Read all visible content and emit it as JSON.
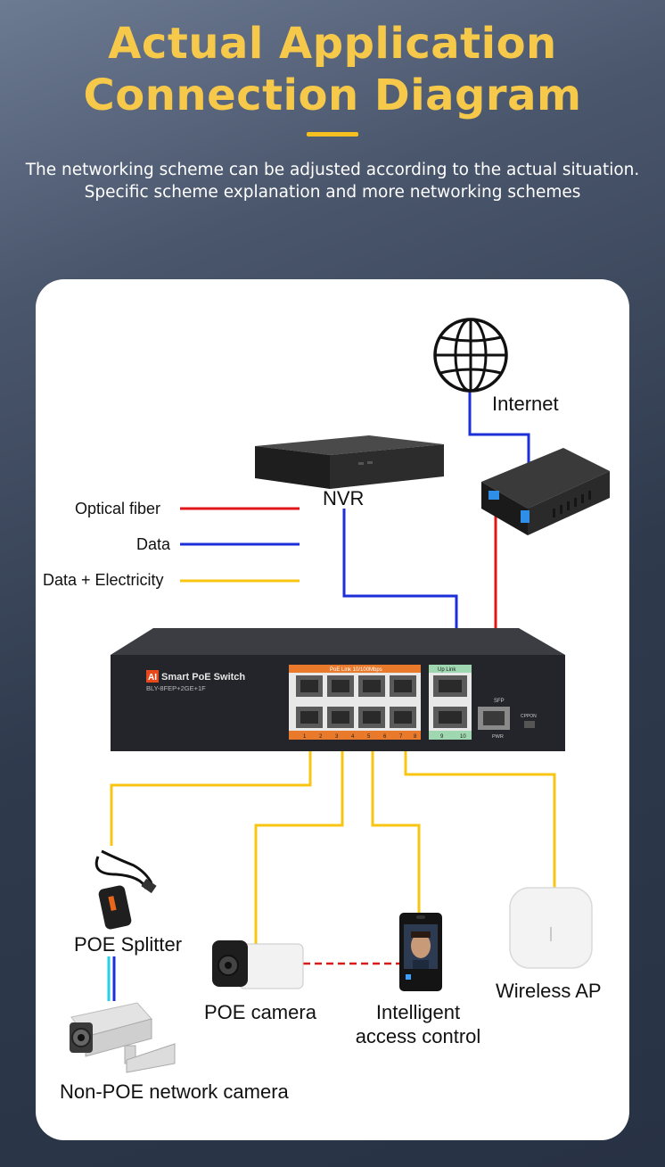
{
  "header": {
    "title_line1": "Actual Application",
    "title_line2": "Connection Diagram",
    "subtitle_line1": "The networking scheme can be adjusted according to the actual situation.",
    "subtitle_line2": "Specific scheme explanation and more networking schemes"
  },
  "legend": {
    "fiber_label": "Optical fiber",
    "data_label": "Data",
    "poe_label": "Data + Electricity",
    "fiber_color": "#e0161b",
    "data_color": "#1c2ed8",
    "poe_color": "#f8c513"
  },
  "devices": {
    "internet": "Internet",
    "nvr": "NVR",
    "poe_splitter": "POE Splitter",
    "poe_camera": "POE camera",
    "access_control_line1": "Intelligent",
    "access_control_line2": "access control",
    "wireless_ap": "Wireless AP",
    "non_poe_camera": "Non-POE network camera"
  },
  "switch": {
    "badge": "AI",
    "name": "Smart PoE Switch",
    "model": "BLY-8FEP+2GE+1F",
    "poe_header": "PoE Link 10/100Mbps",
    "uplink_header": "Up Link",
    "sfp_label": "SFP",
    "pwr_label": "PWR",
    "mode_label": "CPPON",
    "port_numbers": [
      "1",
      "2",
      "3",
      "4",
      "5",
      "6",
      "7",
      "8"
    ],
    "uplink_numbers": [
      "9",
      "10"
    ]
  }
}
